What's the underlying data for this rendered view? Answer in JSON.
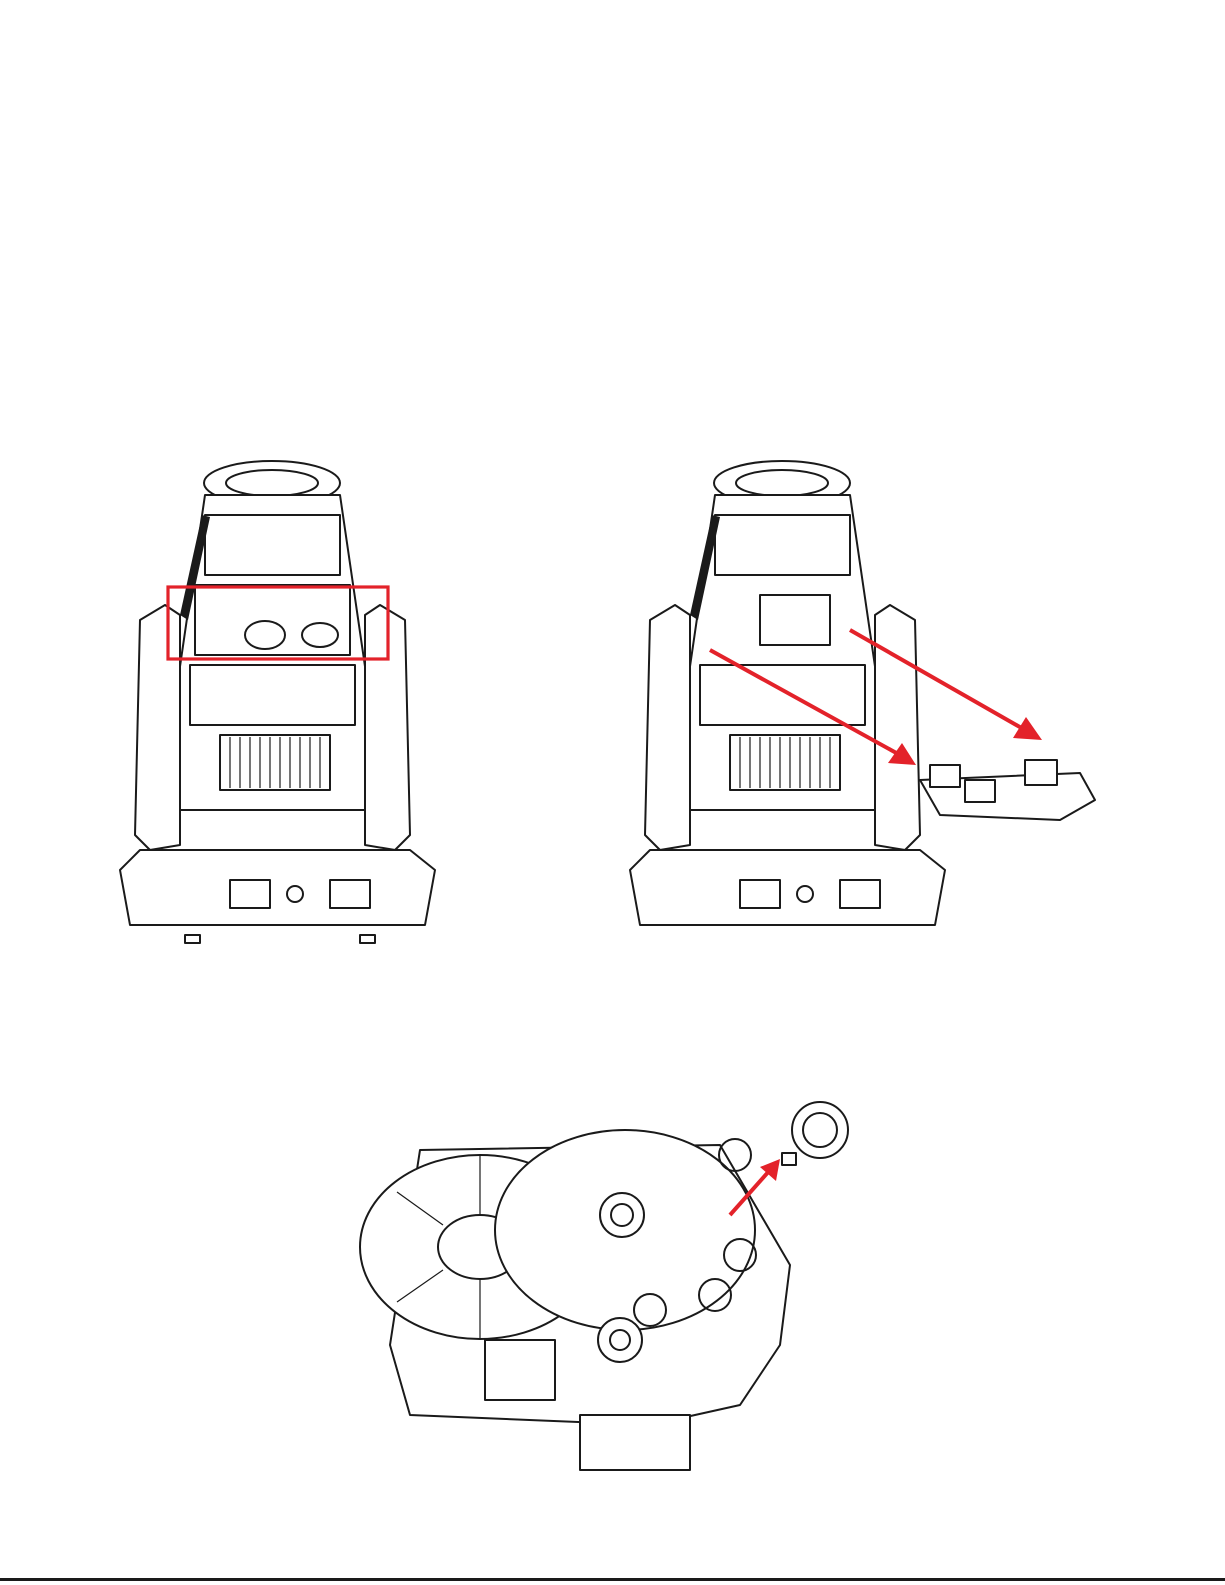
{
  "figures": [
    {
      "name": "fixture-with-module-highlighted",
      "highlight_color": "#e3222a"
    },
    {
      "name": "fixture-with-module-removed",
      "arrow_color": "#e3222a"
    },
    {
      "name": "gobo-wheel-module-with-gobo-removed",
      "arrow_color": "#e3222a"
    }
  ],
  "colors": {
    "line": "#1a1a1a",
    "accent": "#e3222a",
    "background": "#ffffff"
  }
}
